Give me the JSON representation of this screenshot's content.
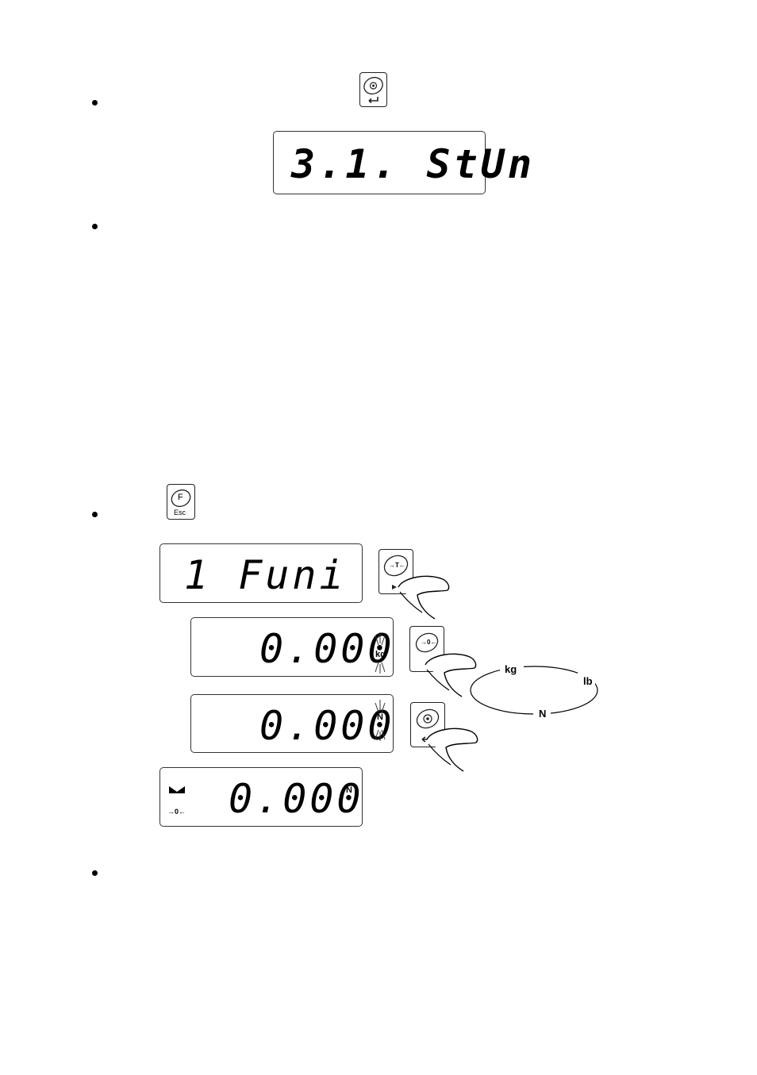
{
  "lcd1": {
    "text": "3.1. StUn"
  },
  "key_f": {
    "top": "F",
    "bottom": "Esc"
  },
  "lcd2": {
    "text": "1 Funi"
  },
  "lcd3": {
    "value": "0.000",
    "unit": "kg"
  },
  "lcd4": {
    "value": "0.000",
    "unit": "N"
  },
  "lcd5": {
    "value": "0.000",
    "unit": "N",
    "zero_mark": "→0←"
  },
  "key_tare": {
    "label": "→T←"
  },
  "key_zero": {
    "label": "→0←"
  },
  "unit_cycle": {
    "units": [
      "kg",
      "lb",
      "N"
    ]
  }
}
